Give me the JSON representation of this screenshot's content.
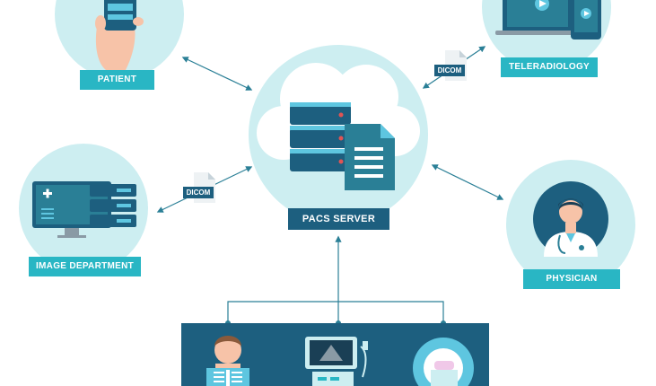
{
  "nodes": {
    "patient": {
      "label": "PATIENT"
    },
    "teleradiology": {
      "label": "TELERADIOLOGY"
    },
    "pacs_server": {
      "label": "PACS SERVER"
    },
    "image_department": {
      "label": "IMAGE DEPARTMENT"
    },
    "physician": {
      "label": "PHYSICIAN"
    }
  },
  "dicom_tags": {
    "top_right": "DICOM",
    "left": "DICOM"
  },
  "colors": {
    "circle_bg": "#cdeef1",
    "label_teal": "#29b6c4",
    "dark_navy": "#1d5f7f",
    "arrow": "#2a7f96"
  }
}
